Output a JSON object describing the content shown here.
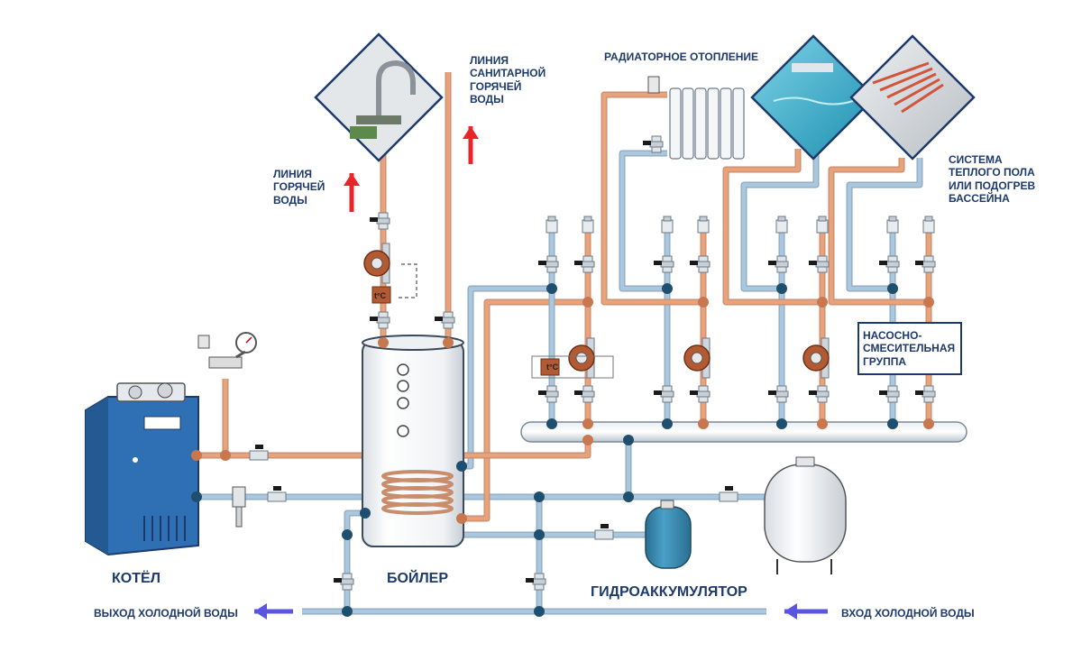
{
  "labels": {
    "hot_water_line": "ЛИНИЯ\nГОРЯЧЕЙ\nВОДЫ",
    "sanitary_hot_water_line": "ЛИНИЯ\nСАНИТАРНОЙ\nГОРЯЧЕЙ\nВОДЫ",
    "radiator_heating": "РАДИАТОРНОЕ ОТОПЛЕНИЕ",
    "floor_heating": "СИСТЕМА\nТЕПЛОГО ПОЛА\nИЛИ ПОДОГРЕВ\nБАССЕЙНА",
    "pump_mixing_group": "НАСОСНО-\nСМЕСИТЕЛЬНАЯ\nГРУППА",
    "boiler_kotel": "КОТЁЛ",
    "boiler_tank": "БОЙЛЕР",
    "accumulator": "ГИДРОАККУМУЛЯТОР",
    "cold_water_out": "ВЫХОД ХОЛОДНОЙ ВОДЫ",
    "cold_water_in": "ВХОД ХОЛОДНОЙ ВОДЫ",
    "thermo_label": "t°C"
  },
  "colors": {
    "hot_pipe": "#e8a27c",
    "cold_pipe": "#a9c7de",
    "node_hot": "#c9774f",
    "node_cold": "#1f4f6e",
    "text": "#1d3a6b",
    "arrow_red": "#e8262a",
    "arrow_blue": "#5a55e0",
    "kotel": "#2f6fb3",
    "accumulator": "#3b8eb4"
  },
  "icons": [
    "faucet-icon",
    "pool-icon",
    "floor-heating-icon",
    "radiator-icon",
    "pump-icon",
    "valve-icon",
    "gauge-icon"
  ]
}
